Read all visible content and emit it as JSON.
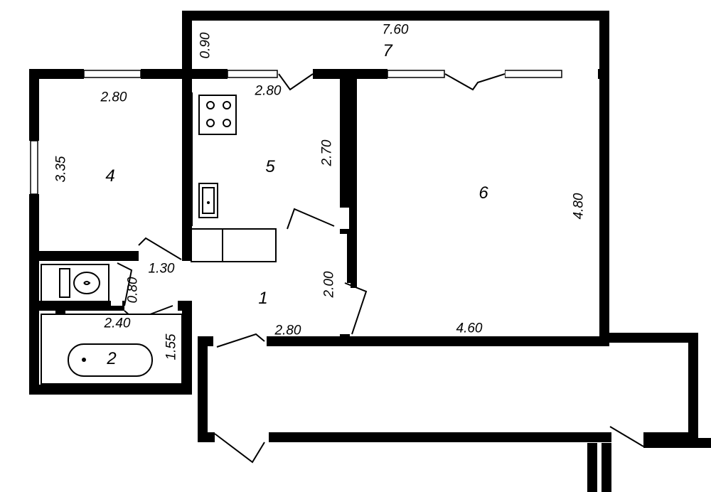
{
  "rooms": {
    "room_1": {
      "number": "1"
    },
    "room_2": {
      "number": "2"
    },
    "room_4": {
      "number": "4"
    },
    "room_5": {
      "number": "5"
    },
    "room_6": {
      "number": "6"
    },
    "room_7": {
      "number": "7"
    }
  },
  "dimensions": {
    "balcony_length": "7.60",
    "balcony_depth": "0.90",
    "room4_width": "2.80",
    "room4_length": "3.35",
    "kitchen_width": "2.80",
    "kitchen_length": "2.70",
    "room6_length": "4.80",
    "room6_width": "4.60",
    "hall_width_a": "1.30",
    "toilet_width": "0.80",
    "bath_width": "2.40",
    "bath_length": "1.55",
    "hall_depth": "2.00",
    "hall_width_b": "2.80"
  }
}
